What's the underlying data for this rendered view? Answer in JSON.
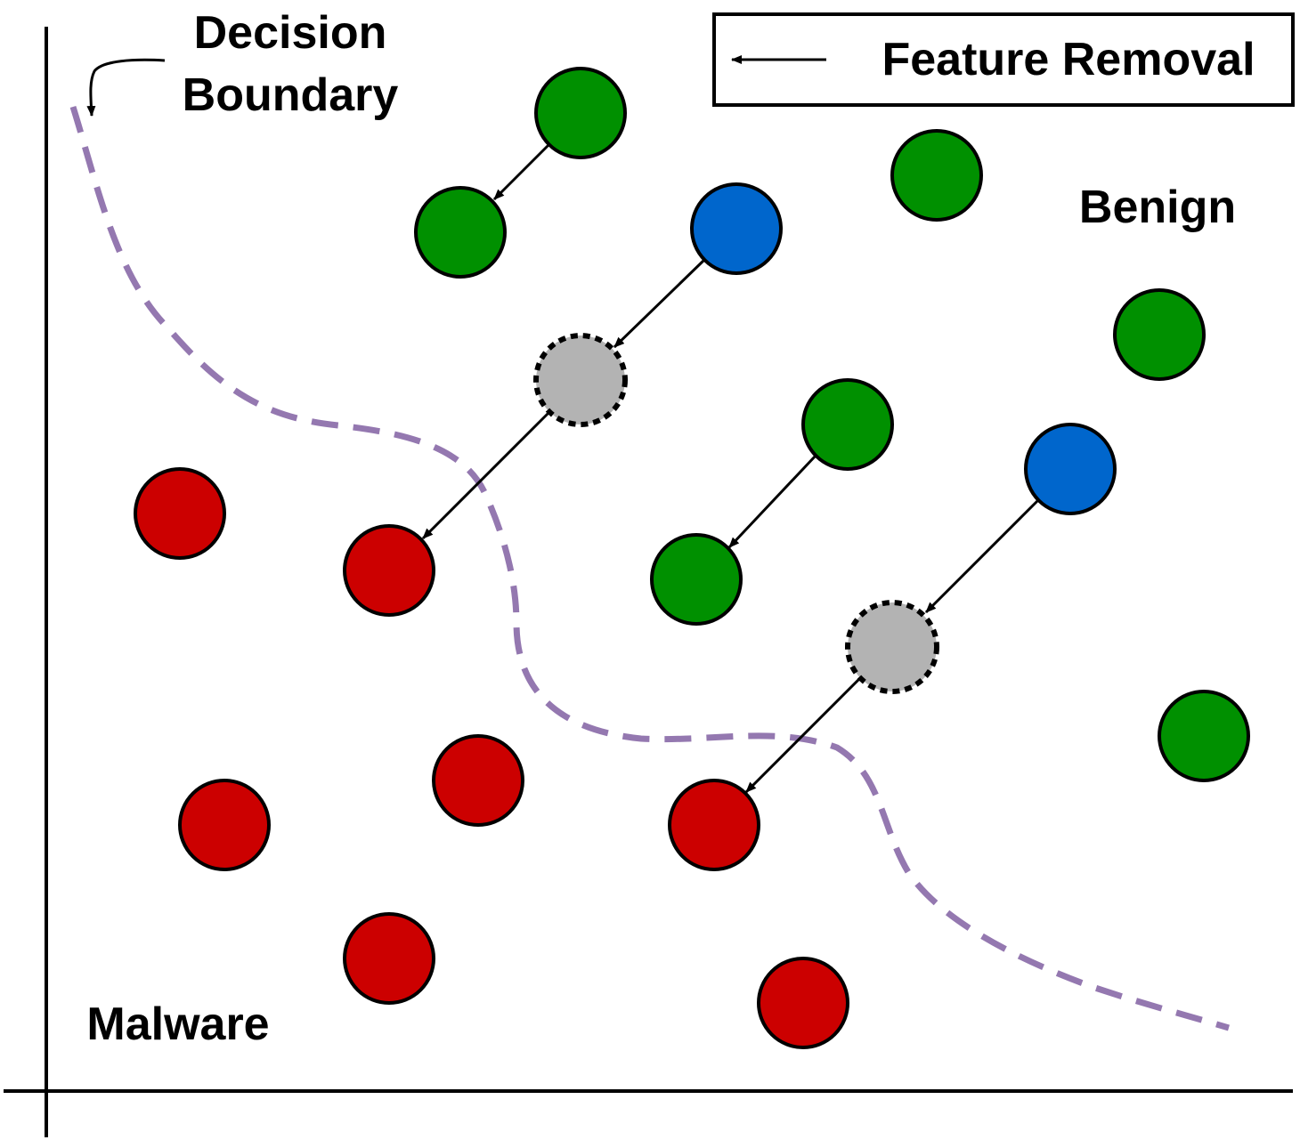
{
  "labels": {
    "decision_boundary_line1": "Decision",
    "decision_boundary_line2": "Boundary",
    "benign": "Benign",
    "malware": "Malware"
  },
  "legend": {
    "feature_removal": "Feature Removal"
  },
  "colors": {
    "benign": "#009000",
    "malware": "#cc0000",
    "adversarial": "#0066cc",
    "intermediate": "#b3b3b3",
    "boundary": "#9478b0",
    "stroke": "#000000"
  },
  "points": [
    {
      "kind": "benign"
    },
    {
      "kind": "benign"
    },
    {
      "kind": "benign"
    },
    {
      "kind": "benign"
    },
    {
      "kind": "benign"
    },
    {
      "kind": "benign"
    },
    {
      "kind": "benign"
    },
    {
      "kind": "adversarial"
    },
    {
      "kind": "adversarial"
    },
    {
      "kind": "intermediate"
    },
    {
      "kind": "intermediate"
    },
    {
      "kind": "malware"
    },
    {
      "kind": "malware"
    },
    {
      "kind": "malware"
    },
    {
      "kind": "malware"
    },
    {
      "kind": "malware"
    },
    {
      "kind": "malware"
    },
    {
      "kind": "malware"
    }
  ]
}
